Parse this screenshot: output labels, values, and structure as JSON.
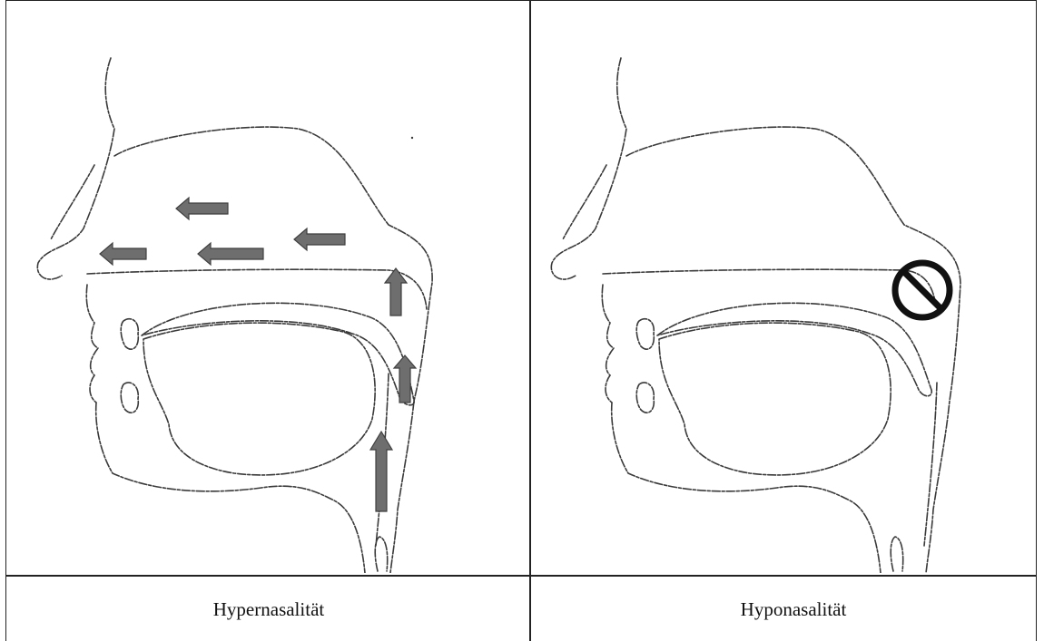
{
  "figure": {
    "panels": [
      {
        "id": "hyper",
        "caption": "Hypernasalität"
      },
      {
        "id": "hypo",
        "caption": "Hyponasalität"
      }
    ]
  },
  "colors": {
    "line": "#3a3a3a",
    "arrow_fill": "#6e6e6e",
    "arrow_stroke": "#3f3f3f",
    "sign": "#111111"
  }
}
